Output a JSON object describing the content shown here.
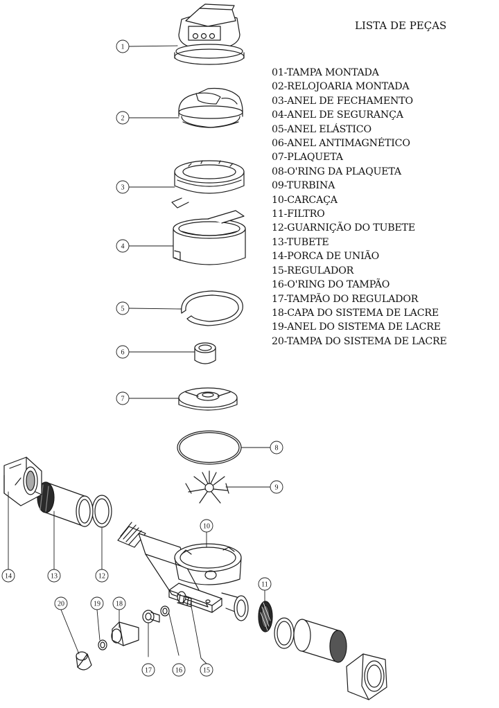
{
  "title": "LISTA DE PEÇAS",
  "parts": [
    "01-TAMPA MONTADA",
    "02-RELOJOARIA MONTADA",
    "03-ANEL DE FECHAMENTO",
    "04-ANEL DE SEGURANÇA",
    "05-ANEL ELÁSTICO",
    "06-ANEL ANTIMAGNÉTICO",
    "07-PLAQUETA",
    "08-O'RING DA PLAQUETA",
    "09-TURBINA",
    "10-CARCAÇA",
    "11-FILTRO",
    "12-GUARNIÇÃO DO TUBETE",
    "13-TUBETE",
    "14-PORCA DE UNIÃO",
    "15-REGULADOR",
    "16-O'RING DO TAMPÃO",
    "17-TAMPÃO DO REGULADOR",
    "18-CAPA DO SISTEMA DE LACRE",
    "19-ANEL DO SISTEMA DE LACRE",
    "20-TAMPA DO SISTEMA DE LACRE"
  ],
  "callouts": [
    "1",
    "2",
    "3",
    "4",
    "5",
    "6",
    "7",
    "8",
    "9",
    "10",
    "11",
    "12",
    "13",
    "14",
    "15",
    "16",
    "17",
    "18",
    "19",
    "20"
  ]
}
